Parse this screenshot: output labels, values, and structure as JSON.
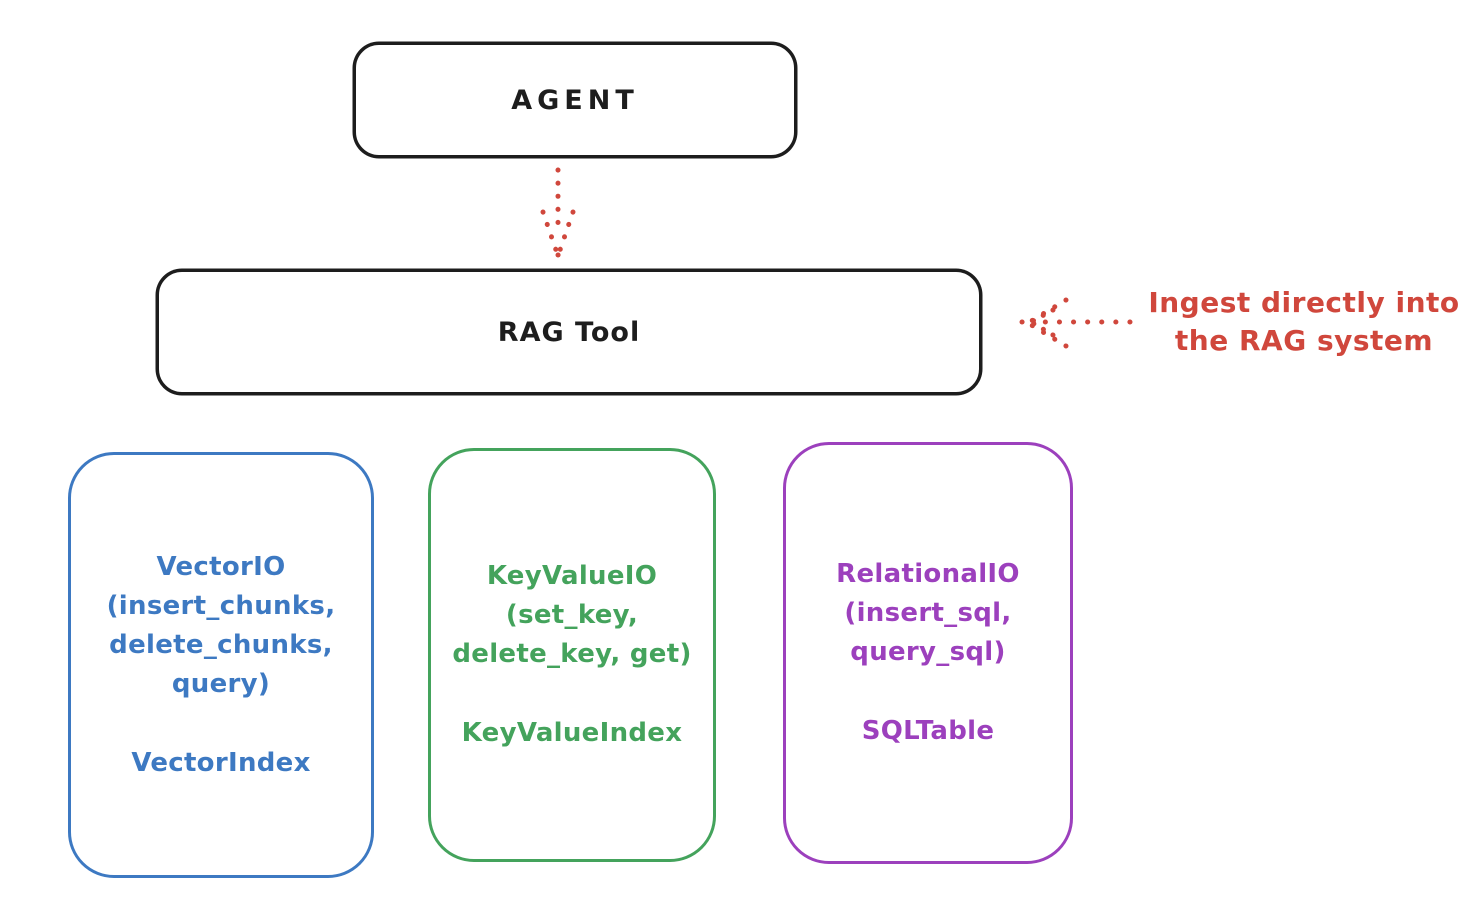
{
  "nodes": {
    "agent": {
      "label": "AGENT"
    },
    "rag_tool": {
      "label": "RAG Tool"
    }
  },
  "annotation": {
    "lines": [
      "Ingest directly into",
      "the RAG system"
    ]
  },
  "arrows": [
    {
      "name": "agent-to-rag-dotted-arrow",
      "style": "dotted",
      "direction": "down"
    },
    {
      "name": "annotation-to-rag-dotted-arrow",
      "style": "dotted",
      "direction": "left"
    }
  ],
  "colors": {
    "ink": "#1d1d1d",
    "red": "#d0473c",
    "blue": "#3d79c2",
    "green": "#44a35c",
    "purple": "#9c40bd"
  },
  "stores": [
    {
      "lines": [
        "VectorIO",
        "(insert_chunks,",
        "delete_chunks,",
        "query)"
      ],
      "index_label": "VectorIndex",
      "color": "#3d79c2"
    },
    {
      "lines": [
        "KeyValueIO",
        "(set_key,",
        "delete_key, get)"
      ],
      "index_label": "KeyValueIndex",
      "color": "#44a35c"
    },
    {
      "lines": [
        "RelationalIO",
        "(insert_sql,",
        "query_sql)"
      ],
      "index_label": "SQLTable",
      "color": "#9c40bd"
    }
  ]
}
